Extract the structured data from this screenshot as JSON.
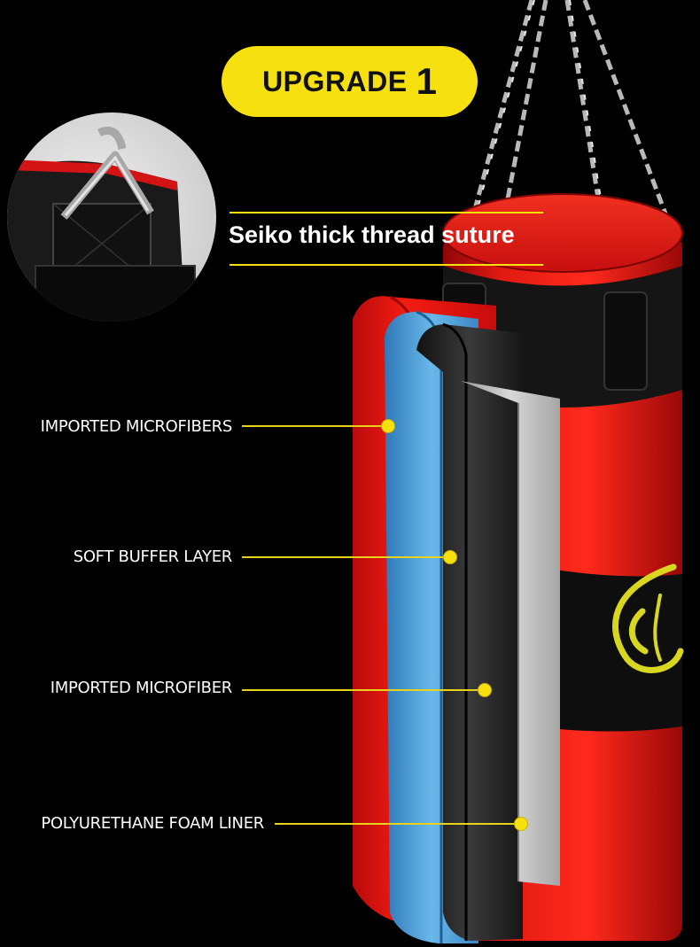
{
  "banner": {
    "text": "UPGRADE",
    "number": "1"
  },
  "headline": "Seiko thick thread suture",
  "layers": [
    {
      "label": "IMPORTED MICROFIBERS"
    },
    {
      "label": "SOFT BUFFER LAYER"
    },
    {
      "label": "IMPORTED MICROFIBER"
    },
    {
      "label": "POLYURETHANE FOAM LINER"
    }
  ],
  "colors": {
    "accent": "#f7e010",
    "bag_red": "#e01010",
    "buffer_blue": "#5aa6dc",
    "background": "#000000"
  }
}
